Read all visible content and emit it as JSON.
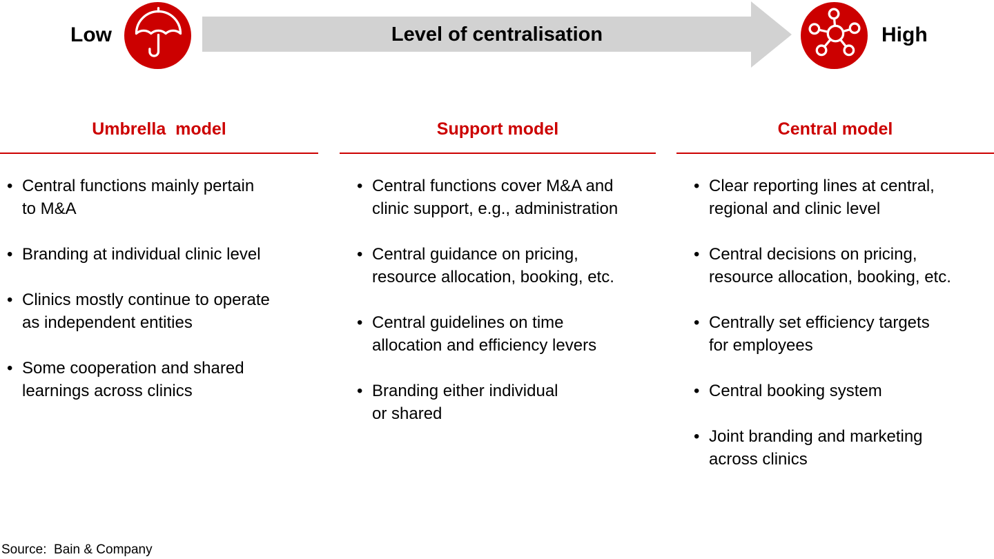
{
  "colors": {
    "brand_red": "#cc0000",
    "arrow_gray": "#d2d2d2",
    "text_black": "#000000"
  },
  "axis": {
    "low_label": "Low",
    "high_label": "High",
    "arrow_title": "Level of centralisation",
    "low_icon": "umbrella-icon",
    "high_icon": "hub-network-icon"
  },
  "bullet_char": "•",
  "columns": [
    {
      "title": "Umbrella  model",
      "bullets": [
        "Central functions mainly pertain\nto M&A",
        "Branding at individual clinic level",
        "Clinics mostly continue to operate\nas independent entities",
        "Some cooperation and shared\nlearnings across clinics"
      ]
    },
    {
      "title": "Support model",
      "bullets": [
        "Central functions cover M&A and\nclinic support, e.g., administration",
        "Central guidance on pricing,\nresource allocation, booking, etc.",
        "Central guidelines on time\nallocation and efficiency levers",
        "Branding either individual\nor shared"
      ]
    },
    {
      "title": "Central model",
      "bullets": [
        "Clear reporting lines at central,\nregional and clinic level",
        "Central decisions on pricing,\nresource allocation, booking, etc.",
        "Centrally set efficiency targets\nfor employees",
        "Central booking system",
        "Joint branding and marketing\nacross clinics"
      ]
    }
  ],
  "footer": {
    "source": "Source:  Bain & Company"
  }
}
